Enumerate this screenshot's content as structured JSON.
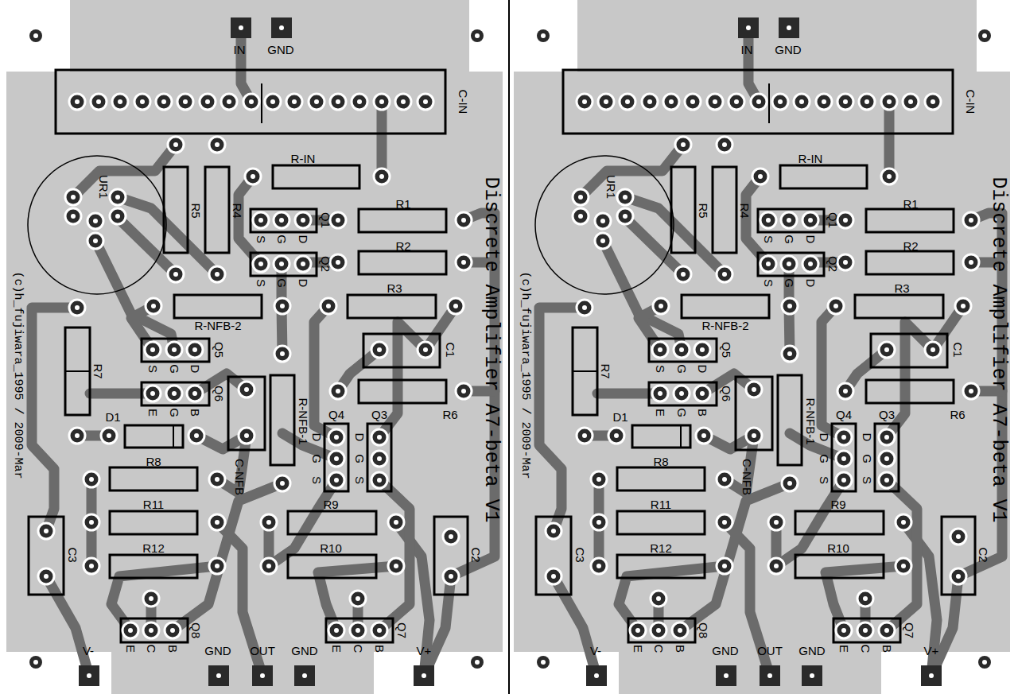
{
  "diagram": {
    "labels": [
      "IN",
      "GND",
      "C-IN",
      "R-IN",
      "UR1",
      "R5",
      "R4",
      "R1",
      "Q1",
      "S",
      "G",
      "D",
      "R2",
      "Q2",
      "S",
      "G",
      "D",
      "R3",
      "R-NFB-2",
      "C1",
      "Q5",
      "S",
      "G",
      "D",
      "R6",
      "Q6",
      "E",
      "G",
      "B",
      "R7",
      "D1",
      "C-NFB",
      "R-NFB-1",
      "Q4",
      "Q3",
      "D",
      "G",
      "S",
      "D",
      "G",
      "S",
      "R8",
      "R11",
      "R9",
      "R12",
      "R10",
      "C3",
      "C2",
      "Q8",
      "E",
      "C",
      "B",
      "Q7",
      "E",
      "C",
      "B",
      "V-",
      "GND",
      "OUT",
      "GND",
      "V+",
      "Discrete Amplifier A7-beta V1",
      "(c)h_fujiwara_1995 / 2009-Mar",
      "IN",
      "GND",
      "C-IN",
      "R-IN",
      "UR1",
      "R5",
      "R4",
      "R1",
      "Q1",
      "S",
      "G",
      "D",
      "R2",
      "Q2",
      "S",
      "G",
      "D",
      "R3",
      "R-NFB-2",
      "C1",
      "Q5",
      "S",
      "G",
      "D",
      "R6",
      "Q6",
      "E",
      "G",
      "B",
      "R7",
      "D1",
      "C-NFB",
      "R-NFB-1",
      "Q4",
      "Q3",
      "D",
      "G",
      "S",
      "D",
      "G",
      "S",
      "R8",
      "R11",
      "R9",
      "R12",
      "R10",
      "C3",
      "C2",
      "Q8",
      "E",
      "C",
      "B",
      "Q7",
      "E",
      "C",
      "B",
      "V-",
      "GND",
      "OUT",
      "GND",
      "V+",
      "Discrete Amplifier A7-beta V1",
      "(c)h_fujiwara_1995 / 2009-Mar"
    ]
  }
}
